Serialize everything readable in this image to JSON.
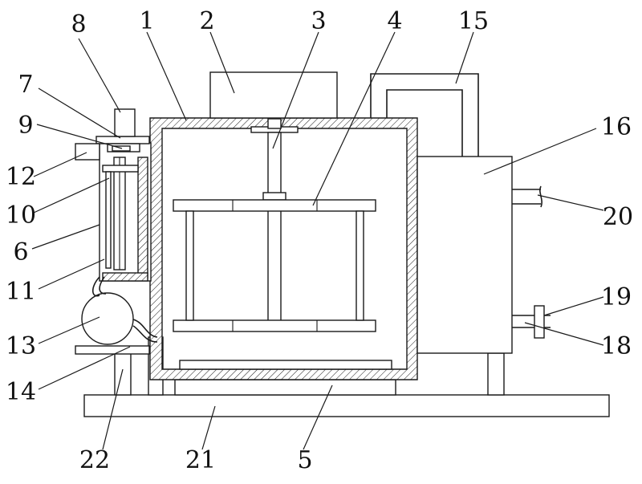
{
  "labels": {
    "n1": "1",
    "n2": "2",
    "n3": "3",
    "n4": "4",
    "n5": "5",
    "n6": "6",
    "n7": "7",
    "n8": "8",
    "n9": "9",
    "n10": "10",
    "n11": "11",
    "n12": "12",
    "n13": "13",
    "n14": "14",
    "n15": "15",
    "n16": "16",
    "n18": "18",
    "n19": "19",
    "n20": "20",
    "n21": "21",
    "n22": "22"
  },
  "colors": {
    "ink": "#1a1a1a",
    "paper": "#ffffff"
  }
}
